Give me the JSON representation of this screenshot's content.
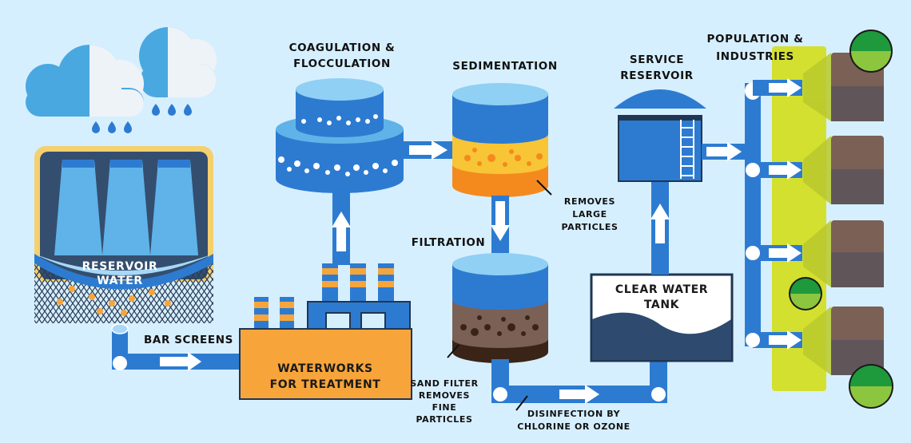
{
  "labels": {
    "reservoir_water": [
      "RESERVOIR",
      "WATER"
    ],
    "bar_screens": "BAR SCREENS",
    "waterworks": [
      "WATERWORKS",
      "FOR TREATMENT"
    ],
    "coagulation": [
      "COAGULATION &",
      "FLOCCULATION"
    ],
    "sedimentation": "SEDIMENTATION",
    "removes_large": [
      "REMOVES",
      "LARGE",
      "PARTICLES"
    ],
    "filtration": "FILTRATION",
    "sand_filter": [
      "SAND FILTER",
      "REMOVES",
      "FINE",
      "PARTICLES"
    ],
    "disinfection": [
      "DISINFECTION BY",
      "CHLORINE OR OZONE"
    ],
    "clear_water_tank": [
      "CLEAR WATER",
      "TANK"
    ],
    "service_reservoir": [
      "SERVICE",
      "RESERVOIR"
    ],
    "population": [
      "POPULATION &",
      "INDUSTRIES"
    ]
  },
  "colors": {
    "background": "#d6efff",
    "pipe": "#2d7bd1",
    "pipe_highlight": "#a8d8f7",
    "orange": "#f7a53a",
    "dark_blue": "#2e4a6e",
    "light_blue": "#5fb3e8",
    "green": "#8cc63f",
    "yellow_green": "#d4e02f",
    "brown": "#7a6055"
  }
}
